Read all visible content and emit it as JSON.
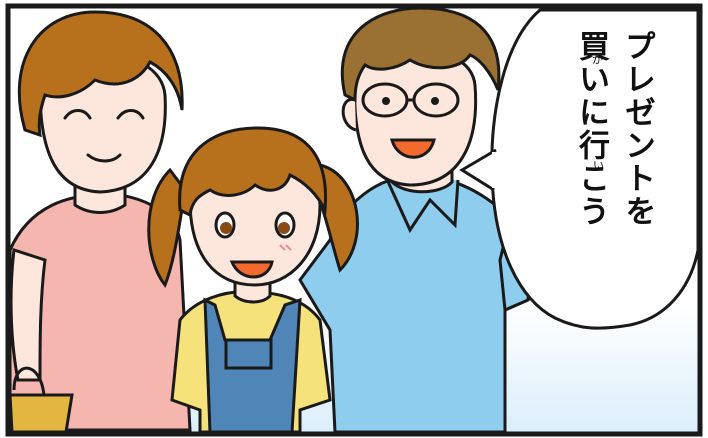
{
  "speech_bubble": {
    "line1": "プレゼントを",
    "line2": "買いに行こう",
    "furigana_ka": "か",
    "furigana_i": "い"
  },
  "characters": [
    "mother",
    "daughter",
    "father"
  ],
  "colors": {
    "panel_border": "#1a1a1a",
    "background": "#ffffff",
    "background_gradient_bottom": "#dbeefb",
    "hair_brown": "#b7701c",
    "father_hair": "#9a7132",
    "skin": "#fde6dc",
    "mother_shirt": "#f6b6b0",
    "father_shirt": "#8fcdee",
    "girl_shirt": "#f6e27b",
    "girl_overalls": "#4f86b7",
    "basket": "#e2b640"
  }
}
